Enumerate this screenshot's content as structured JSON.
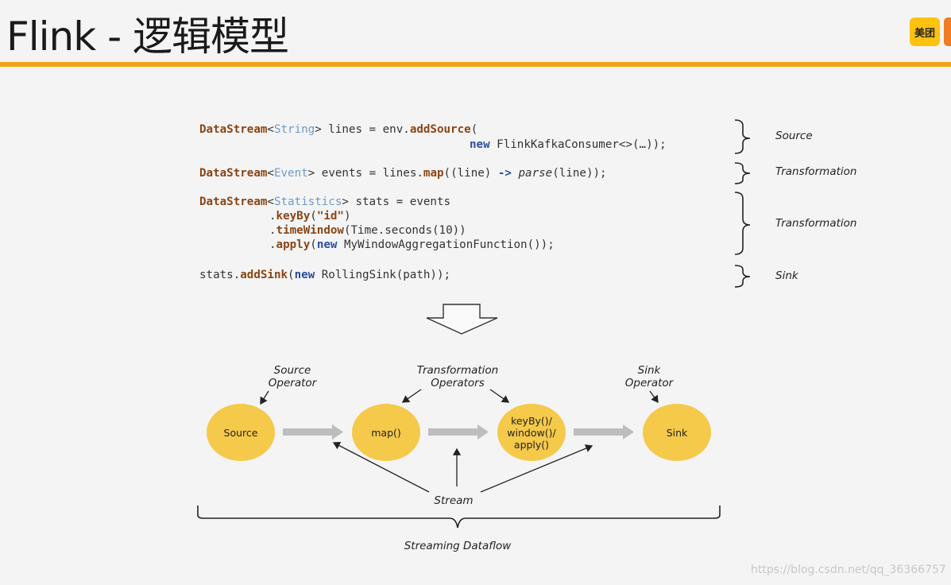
{
  "title": "Flink - 逻辑模型",
  "logo": {
    "text": "美团"
  },
  "code": {
    "line1": {
      "type": "DataStream",
      "open": "<",
      "generic": "String",
      "close": ">",
      "rest": " lines = env.",
      "method": "addSource",
      "paren": "("
    },
    "line2": {
      "kw": "new",
      "rest": " FlinkKafkaConsumer<>(…));"
    },
    "line3": {
      "type": "DataStream",
      "open": "<",
      "generic": "Event",
      "close": ">",
      "rest": " events = lines.",
      "method": "map",
      "args": "((line) ",
      "arrow": "->",
      "sp": " ",
      "fn": "parse",
      "end": "(line));"
    },
    "line4": {
      "type": "DataStream",
      "open": "<",
      "generic": "Statistics",
      "close": ">",
      "rest": " stats = events"
    },
    "line5": {
      "dot": ".",
      "method": "keyBy",
      "open": "(",
      "str": "\"id\"",
      "close": ")"
    },
    "line6": {
      "dot": ".",
      "method": "timeWindow",
      "rest": "(Time.seconds(10))"
    },
    "line7": {
      "dot": ".",
      "method": "apply",
      "open": "(",
      "kw": "new",
      "rest": " MyWindowAggregationFunction());"
    },
    "line8": {
      "pre": "stats.",
      "method": "addSink",
      "open": "(",
      "kw": "new",
      "rest": " RollingSink(path));"
    }
  },
  "brace_labels": [
    "Source",
    "Transformation",
    "Transformation",
    "Sink"
  ],
  "diagram": {
    "nodes": [
      "Source",
      "map()",
      "keyBy()/\nwindow()/\napply()",
      "Sink"
    ],
    "labels": {
      "source_operator": "Source\nOperator",
      "transformation_operators": "Transformation\nOperators",
      "sink_operator": "Sink\nOperator",
      "stream": "Stream",
      "streaming_dataflow": "Streaming Dataflow"
    },
    "colors": {
      "node_fill": "#f5c94a",
      "flow_arrow": "#bdbdbd",
      "accent_bar": "#f2a313"
    }
  },
  "watermark": "https://blog.csdn.net/qq_36366757"
}
